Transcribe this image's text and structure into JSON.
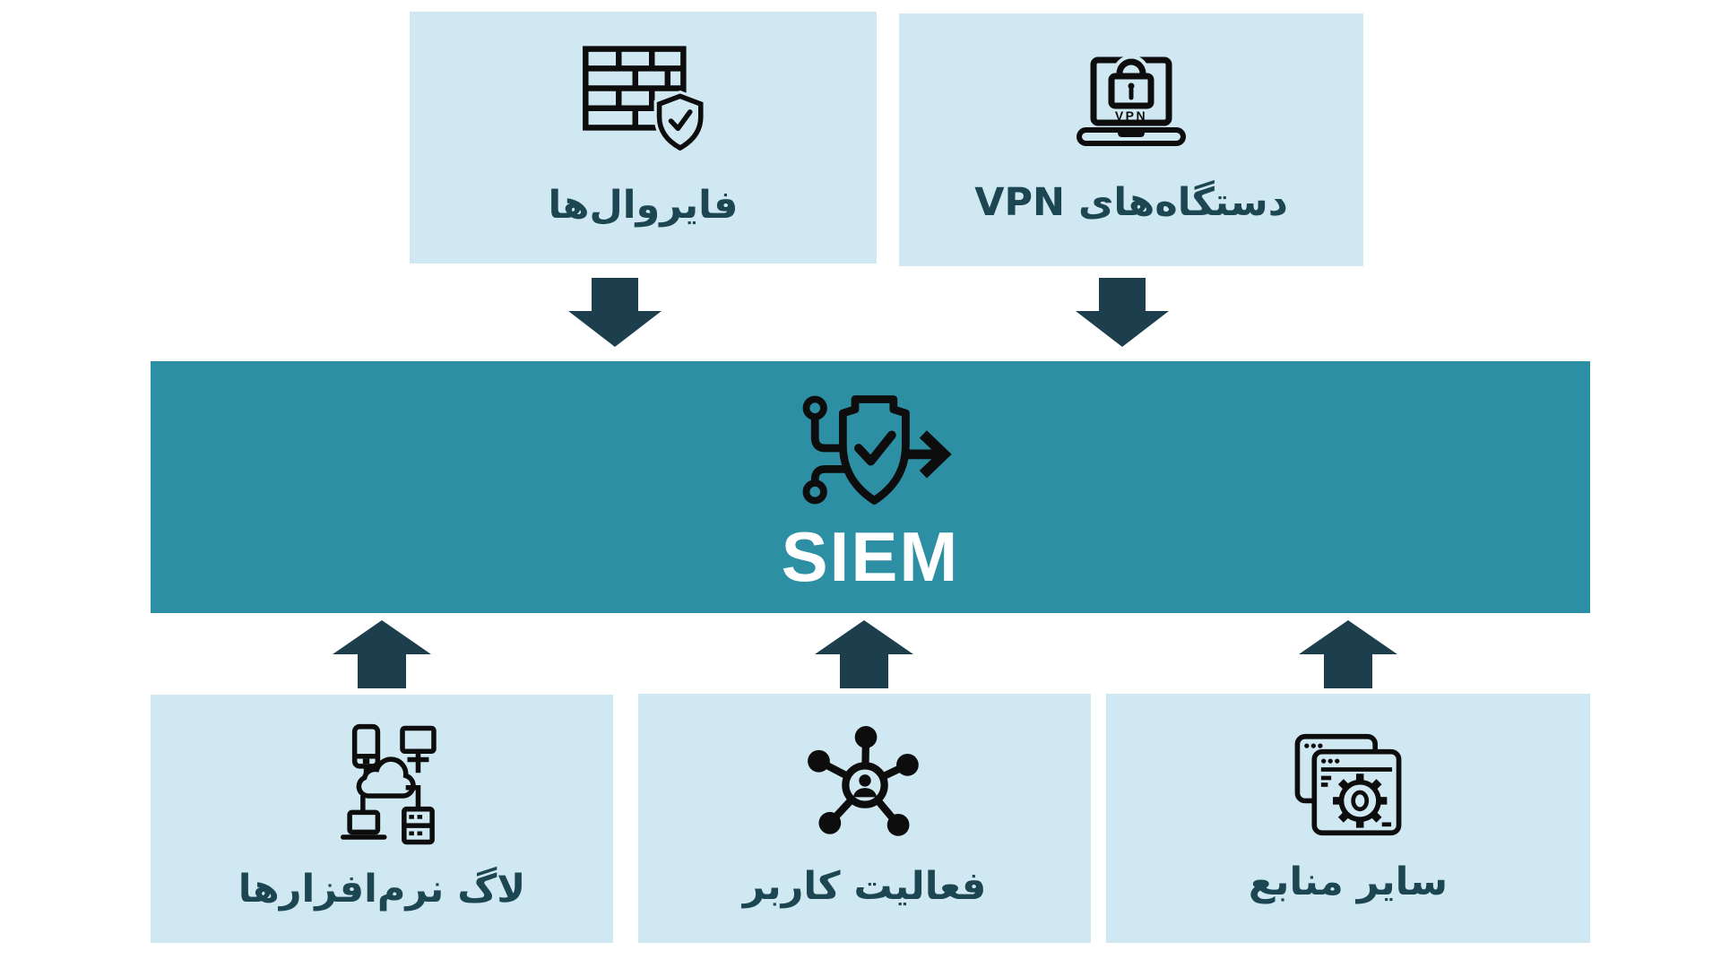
{
  "siem_hub": {
    "label": "SIEM",
    "icon": "siem-shield-check-flow-icon"
  },
  "top_sources": [
    {
      "label": "فایروال‌ها",
      "icon": "firewall-brick-wall-shield-icon"
    },
    {
      "label": "دستگاه‌های VPN",
      "icon": "vpn-laptop-lock-icon"
    }
  ],
  "bottom_sources": [
    {
      "label": "لاگ نرم‌افزارها",
      "icon": "software-logs-cloud-network-icon"
    },
    {
      "label": "فعالیت کاربر",
      "icon": "user-activity-network-icon"
    },
    {
      "label": "سایر منابع",
      "icon": "other-sources-window-gear-icon"
    }
  ],
  "vpn_icon_text": "VPN",
  "colors": {
    "background": "#ffffff",
    "source_box_bg": "#cfe8f1",
    "center_bar_bg": "#2d8fa3",
    "arrow": "#1c3e4d",
    "label_text": "#1d4653",
    "center_label_text": "#ffffff",
    "icon_stroke": "#0d0d0d"
  }
}
